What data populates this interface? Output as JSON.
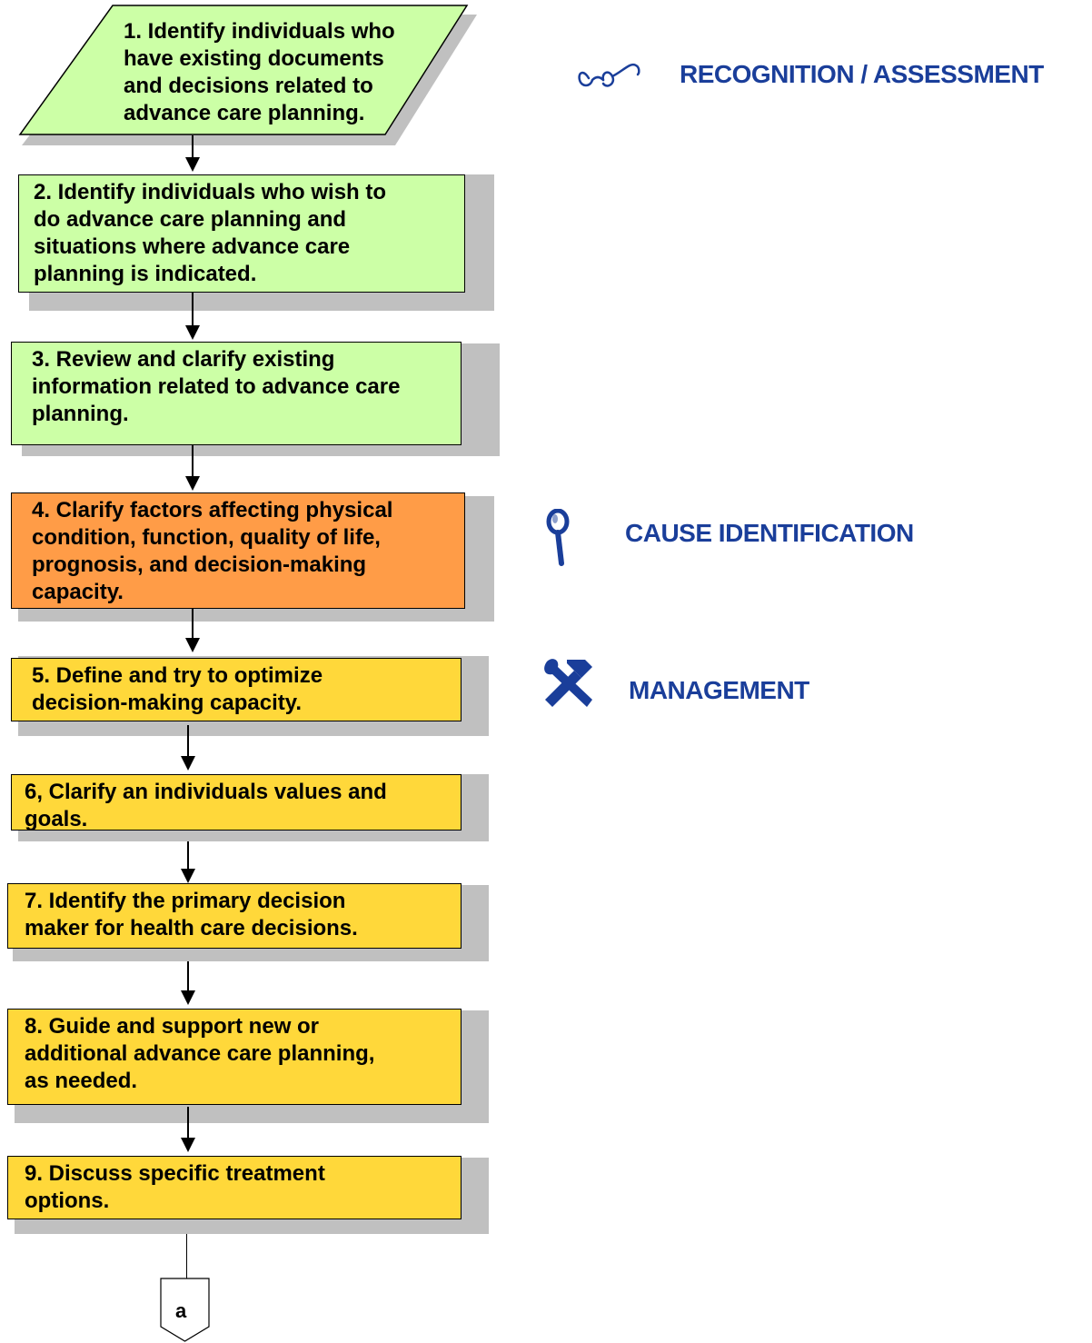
{
  "steps": [
    {
      "text": "1. Identify individuals who\nhave existing documents\nand decisions related to\nadvance care planning."
    },
    {
      "text": "2. Identify individuals who wish to\ndo advance care planning and\nsituations where advance care\nplanning is indicated."
    },
    {
      "text": "3. Review and clarify existing\ninformation related to advance care\nplanning."
    },
    {
      "text": "4. Clarify factors affecting physical\ncondition, function, quality of life,\nprognosis, and decision-making\ncapacity."
    },
    {
      "text": "5. Define and try to optimize\ndecision-making capacity."
    },
    {
      "text": "6, Clarify an individuals values and\ngoals."
    },
    {
      "text": "7. Identify the primary decision\nmaker for health care decisions."
    },
    {
      "text": "8. Guide and support new or\nadditional advance care planning,\nas needed."
    },
    {
      "text": "9. Discuss specific treatment\noptions."
    }
  ],
  "connector": {
    "label": "a"
  },
  "legend": {
    "recognition": "RECOGNITION / ASSESSMENT",
    "cause": "CAUSE IDENTIFICATION",
    "management": "MANAGEMENT"
  },
  "colors": {
    "recognition_fill": "#ccffa6",
    "cause_fill": "#ff9c47",
    "management_fill": "#ffd83a",
    "legend_text": "#1a3e9a",
    "shadow": "#c0c0c0"
  },
  "icons": {
    "recognition": "eyeglasses-icon",
    "cause": "magnifying-glass-icon",
    "management": "tools-icon"
  }
}
